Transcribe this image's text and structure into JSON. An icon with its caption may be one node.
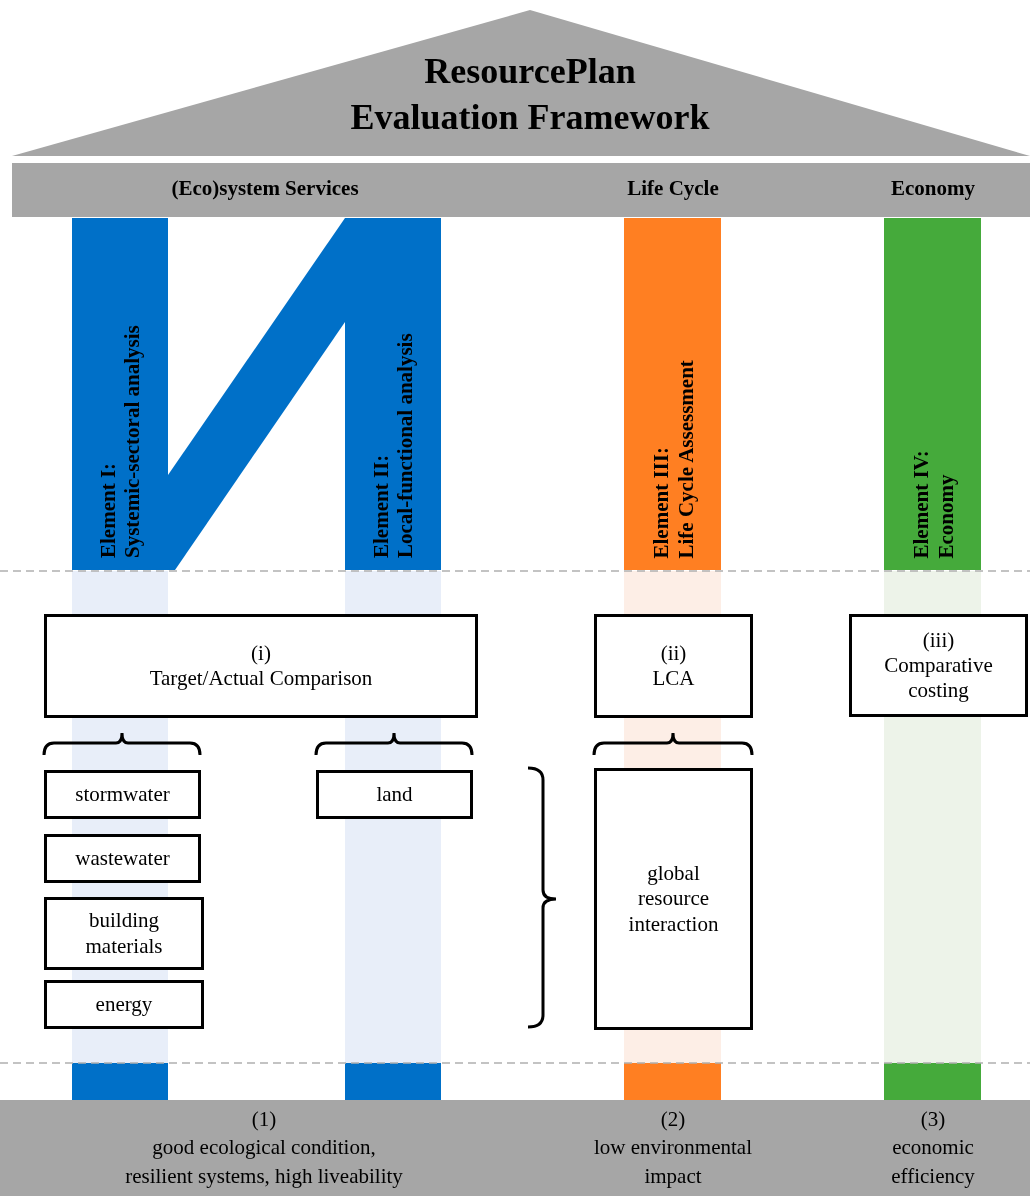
{
  "diagram": {
    "nodes": [
      {
        "text": [
          "ResourcePlan",
          "Evaluation Framework"
        ]
      },
      {
        "text": [
          "(Eco)system Services",
          "Life Cycle",
          "Economy"
        ]
      },
      {
        "text": [
          "Element I:",
          "Systemic-sectoral analysis"
        ]
      },
      {
        "text": [
          "Element II:",
          "Local-functional analysis"
        ]
      },
      {
        "text": [
          "Element III:",
          "Life Cycle Assessment"
        ]
      },
      {
        "text": [
          "Element IV:",
          "Economy"
        ]
      },
      {
        "text": [
          "(i)",
          "Target/Actual Comparison"
        ]
      },
      {
        "text": [
          "(ii)",
          "LCA"
        ]
      },
      {
        "text": [
          "(iii)",
          "Comparative costing"
        ]
      },
      {
        "text": [
          "stormwater"
        ]
      },
      {
        "text": [
          "wastewater"
        ]
      },
      {
        "text": [
          "building materials"
        ]
      },
      {
        "text": [
          "energy"
        ]
      },
      {
        "text": [
          "land"
        ]
      },
      {
        "text": [
          "global resource interaction"
        ]
      },
      {
        "text": [
          "(1)",
          "good ecological condition, resilient systems, high liveability",
          "(2)",
          "low environmental impact",
          "(3)",
          "economic efficiency"
        ]
      }
    ]
  }
}
